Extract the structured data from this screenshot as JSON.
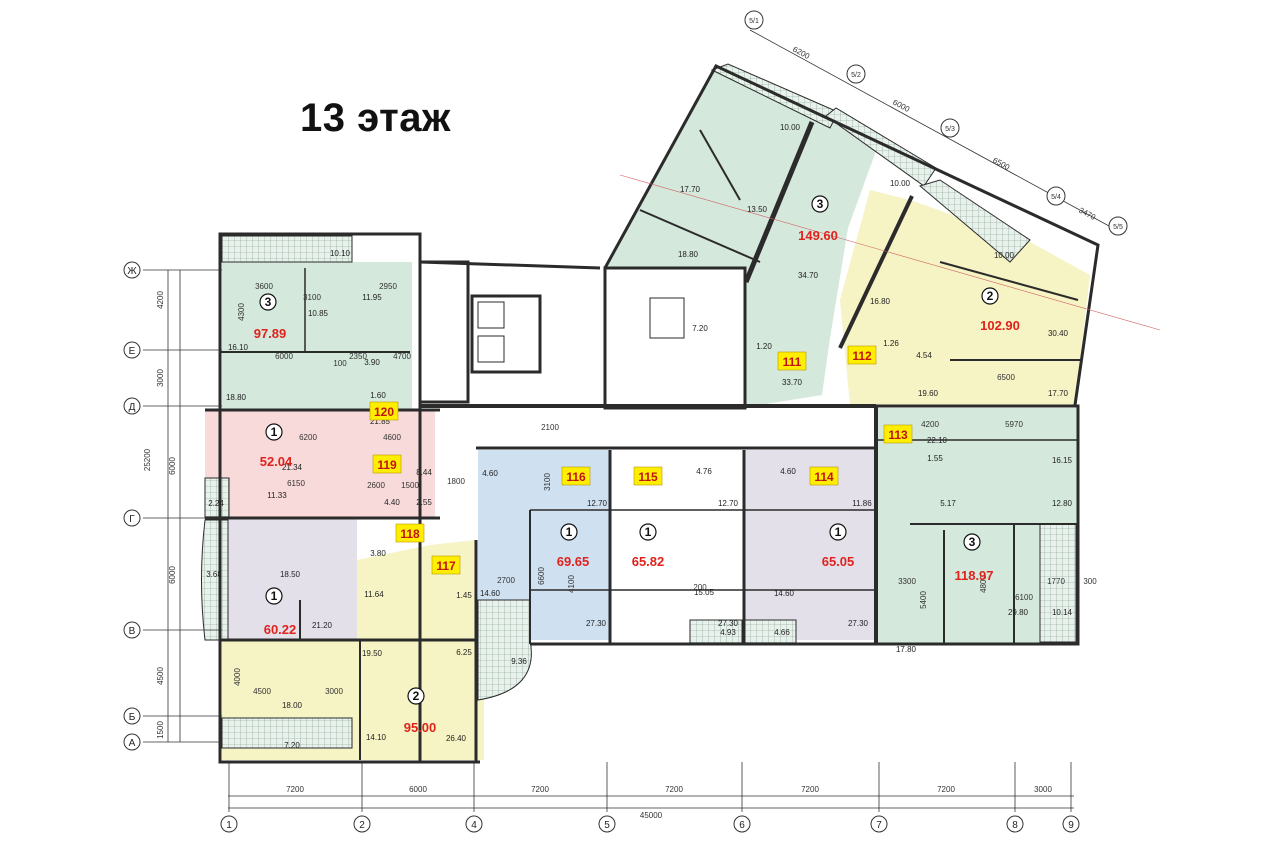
{
  "title": "13 этаж",
  "colors": {
    "green": "#d4e8dc",
    "yellow": "#f6f3c4",
    "pink": "#f8dada",
    "blue": "#cfe0f1",
    "lavender": "#e3e0ea",
    "wall": "#2b2b2b",
    "label_bg": "#ffee00",
    "label_text": "#c0141a",
    "area_text": "#e0221c"
  },
  "apartments": [
    {
      "label": "111",
      "rooms": "3",
      "area": "149.60"
    },
    {
      "label": "112",
      "rooms": "2",
      "area": "102.90"
    },
    {
      "label": "113",
      "rooms": "3",
      "area": "118.97"
    },
    {
      "label": "114",
      "rooms": "1",
      "area": "65.05"
    },
    {
      "label": "115",
      "rooms": "1",
      "area": "65.82"
    },
    {
      "label": "116",
      "rooms": "1",
      "area": "69.65"
    },
    {
      "label": "117",
      "rooms": "2",
      "area": "95.00"
    },
    {
      "label": "118",
      "rooms": "1",
      "area": "60.22"
    },
    {
      "label": "119",
      "rooms": "1",
      "area": "52.04"
    },
    {
      "label": "120",
      "rooms": "3",
      "area": "97.89"
    }
  ],
  "room_areas": [
    "10.10",
    "11.95",
    "10.85",
    "16.10",
    "3.90",
    "18.80",
    "1.60",
    "21.85",
    "21.34",
    "8.44",
    "11.33",
    "4.40",
    "2.55",
    "2.24",
    "3.80",
    "3.68",
    "18.50",
    "11.64",
    "21.20",
    "1.45",
    "6.25",
    "19.50",
    "18.00",
    "14.10",
    "26.40",
    "7.20",
    "9.36",
    "4.60",
    "12.70",
    "14.60",
    "27.30",
    "4.76",
    "12.70",
    "27.30",
    "15.05",
    "4.93",
    "4.66",
    "4.60",
    "11.86",
    "14.60",
    "27.30",
    "22.10",
    "1.55",
    "16.15",
    "5.17",
    "12.80",
    "17.80",
    "29.80",
    "10.14",
    "17.70",
    "13.50",
    "10.00",
    "10.00",
    "34.70",
    "18.80",
    "7.20",
    "1.20",
    "33.70",
    "16.80",
    "1.26",
    "4.54",
    "10.00",
    "30.40",
    "19.60",
    "17.70"
  ],
  "dimensions_bottom": [
    "7200",
    "6000",
    "7200",
    "7200",
    "7200",
    "7200",
    "3000"
  ],
  "dimension_total": "45000",
  "axes_bottom": [
    "1",
    "2",
    "4",
    "5",
    "6",
    "7",
    "8",
    "9"
  ],
  "axes_left": [
    "Ж",
    "Е",
    "Д",
    "Г",
    "В",
    "Б",
    "А"
  ],
  "dimensions_left": [
    "4200",
    "3000",
    "25200",
    "6000",
    "6000",
    "4500",
    "1500"
  ],
  "axes_diag": [
    "5/1",
    "5/2",
    "5/3",
    "5/4",
    "5/5"
  ],
  "dimensions_diag": [
    "6200",
    "6000",
    "6500",
    "3470"
  ],
  "inner_dims": [
    "3600",
    "2950",
    "4300",
    "3100",
    "6000",
    "2350",
    "4700",
    "6200",
    "4600",
    "6150",
    "2600",
    "1500",
    "1800",
    "4500",
    "3000",
    "4000",
    "2700",
    "3100",
    "6600",
    "4100",
    "2100",
    "4200",
    "5970",
    "3300",
    "4800",
    "5400",
    "6100",
    "1770",
    "300",
    "6500",
    "100",
    "200"
  ]
}
